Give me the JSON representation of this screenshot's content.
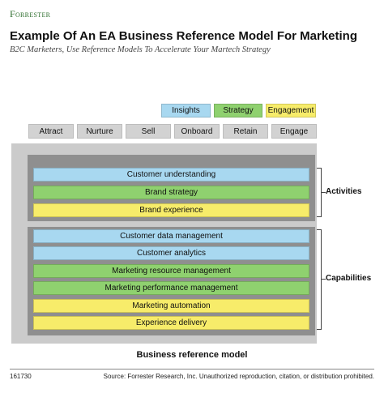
{
  "brand": {
    "name": "Forrester"
  },
  "header": {
    "title": "Example Of An EA Business Reference Model For Marketing",
    "subtitle": "B2C Marketers, Use Reference Models To Accelerate Your Martech Strategy"
  },
  "legend": [
    {
      "label": "Insights",
      "color": "#a8d8f0"
    },
    {
      "label": "Strategy",
      "color": "#8fd16f"
    },
    {
      "label": "Engagement",
      "color": "#f7ec6a"
    }
  ],
  "stages": [
    "Attract",
    "Nurture",
    "Sell",
    "Onboard",
    "Retain",
    "Engage"
  ],
  "activities": {
    "label": "Activities",
    "items": [
      {
        "label": "Customer understanding",
        "color": "#a8d8f0"
      },
      {
        "label": "Brand strategy",
        "color": "#8fd16f"
      },
      {
        "label": "Brand experience",
        "color": "#f7ec6a"
      }
    ]
  },
  "capabilities": {
    "label": "Capabilities",
    "items": [
      {
        "label": "Customer data management",
        "color": "#a8d8f0"
      },
      {
        "label": "Customer analytics",
        "color": "#a8d8f0"
      },
      {
        "label": "Marketing resource management",
        "color": "#8fd16f"
      },
      {
        "label": "Marketing performance management",
        "color": "#8fd16f"
      },
      {
        "label": "Marketing automation",
        "color": "#f7ec6a"
      },
      {
        "label": "Experience delivery",
        "color": "#f7ec6a"
      }
    ]
  },
  "model_label": "Business reference model",
  "footer": {
    "id": "161730",
    "source": "Source: Forrester Research, Inc. Unauthorized reproduction, citation, or distribution prohibited."
  }
}
